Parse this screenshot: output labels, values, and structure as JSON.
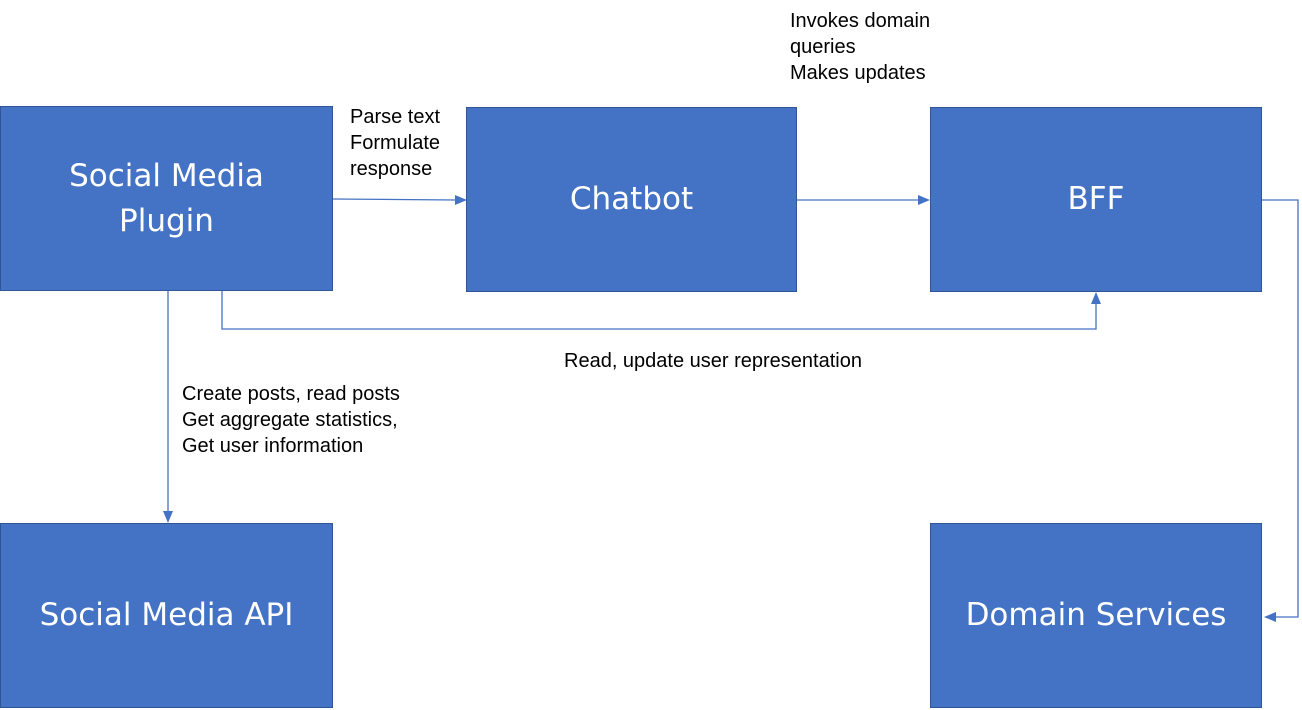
{
  "boxes": {
    "social_media_plugin": "Social Media\nPlugin",
    "chatbot": "Chatbot",
    "bff": "BFF",
    "social_media_api": "Social Media API",
    "domain_services": "Domain Services"
  },
  "labels": {
    "plugin_to_chatbot": [
      "Parse text",
      "Formulate",
      "response"
    ],
    "chatbot_to_bff": [
      "Invokes domain",
      "queries",
      "Makes updates"
    ],
    "plugin_to_bff": [
      "Read, update user representation"
    ],
    "plugin_to_api": [
      "Create posts, read posts",
      "Get aggregate statistics,",
      "Get user information"
    ]
  },
  "colors": {
    "box_fill": "#4472c4",
    "box_text": "#ffffff",
    "connector": "#4472c4"
  }
}
